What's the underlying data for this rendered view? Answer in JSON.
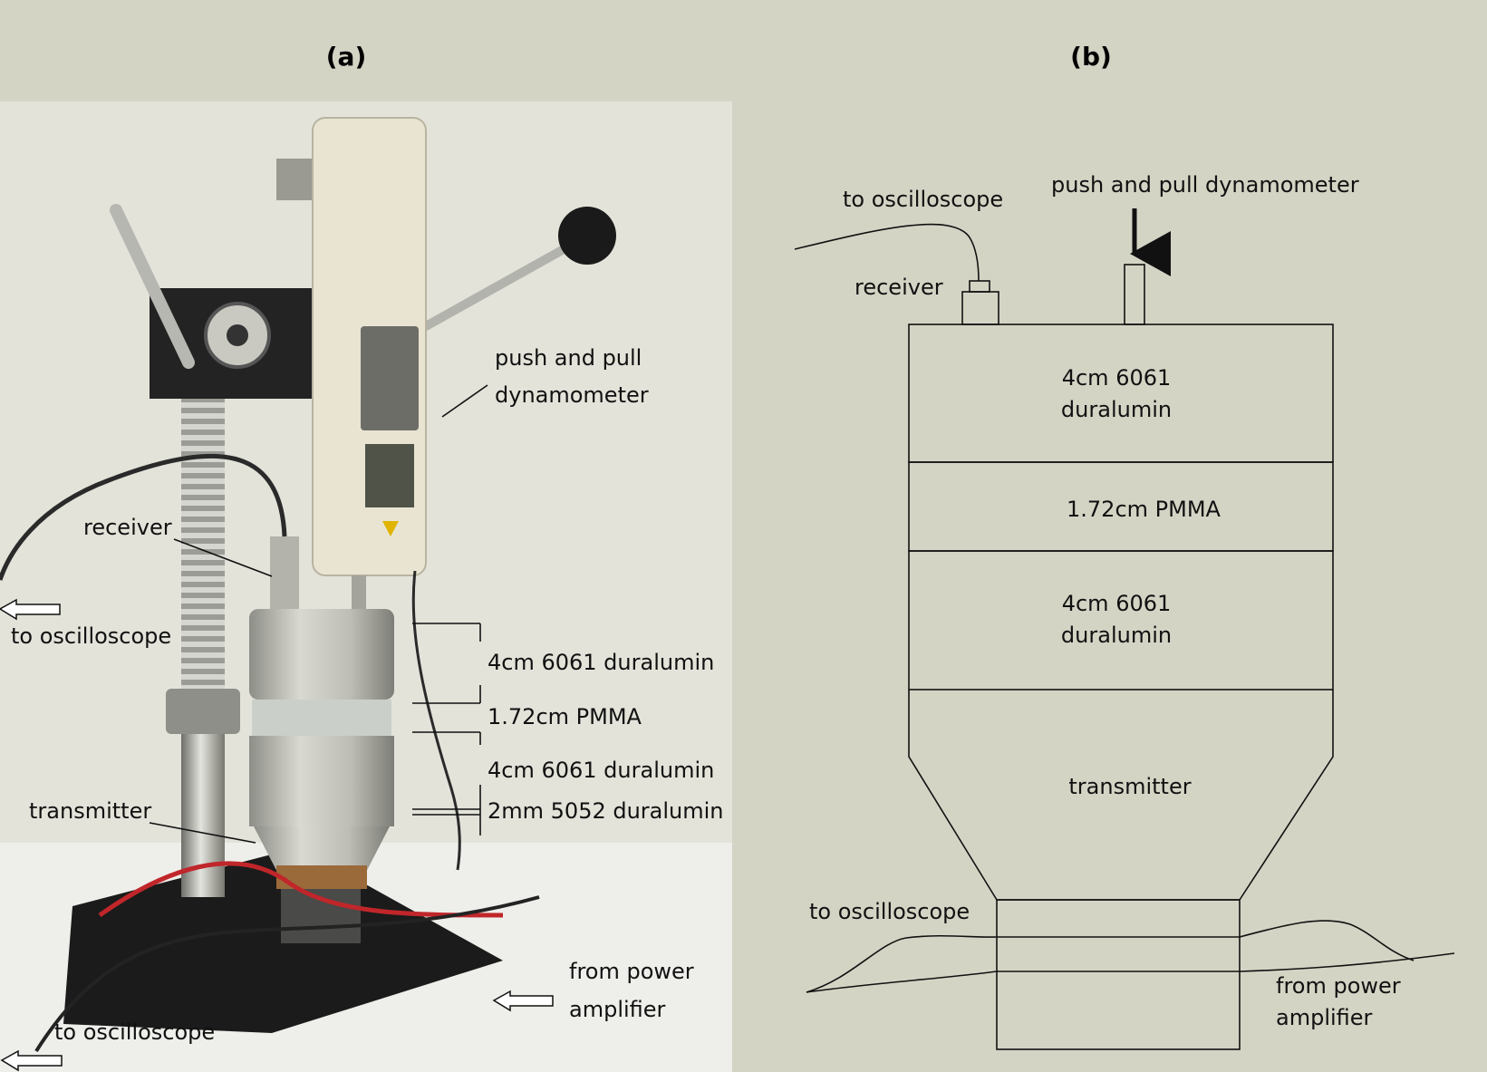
{
  "panels": {
    "a": {
      "label": "(a)",
      "annotations": {
        "push_pull_line1": "push and pull",
        "push_pull_line2": "dynamometer",
        "receiver": "receiver",
        "to_oscilloscope_top": "to oscilloscope",
        "layer1": "4cm 6061 duralumin",
        "layer2": "1.72cm PMMA",
        "layer3": "4cm 6061 duralumin",
        "layer4": "2mm 5052 duralumin",
        "transmitter": "transmitter",
        "from_power_line1": "from power",
        "from_power_line2": "amplifier",
        "to_oscilloscope_bottom": "to oscilloscope"
      }
    },
    "b": {
      "label": "(b)",
      "annotations": {
        "to_oscilloscope_top": "to oscilloscope",
        "push_pull": "push and pull dynamometer",
        "receiver": "receiver",
        "block1_line1": "4cm 6061",
        "block1_line2": "duralumin",
        "block2": "1.72cm PMMA",
        "block3_line1": "4cm 6061",
        "block3_line2": "duralumin",
        "transmitter": "transmitter",
        "to_oscilloscope_bottom": "to oscilloscope",
        "from_power_line1": "from power",
        "from_power_line2": "amplifier"
      }
    }
  },
  "colors": {
    "background": "#d4d4c5",
    "photo_wall": "#e6e6dc",
    "dynamometer": "#e9e4d2",
    "base": "#1b1b1b",
    "metal": "#b8b8b0",
    "cable_red": "#c0262a"
  }
}
